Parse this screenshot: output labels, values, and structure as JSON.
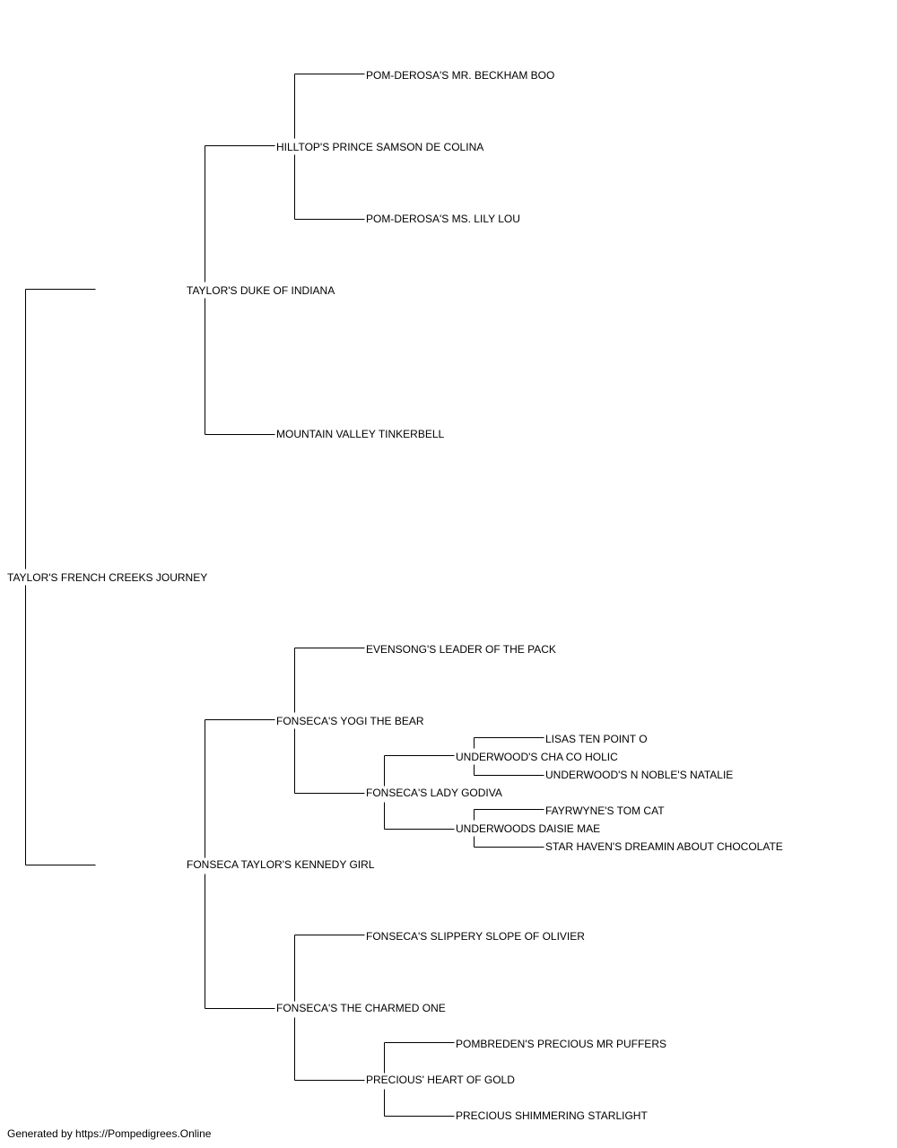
{
  "pedigree": {
    "subject": "TAYLOR'S FRENCH CREEKS JOURNEY",
    "sire": {
      "name": "TAYLOR'S DUKE OF INDIANA",
      "sire": {
        "name": "HILLTOP'S PRINCE SAMSON DE COLINA",
        "sire": {
          "name": "POM-DEROSA'S MR. BECKHAM BOO"
        },
        "dam": {
          "name": "POM-DEROSA'S MS. LILY LOU"
        }
      },
      "dam": {
        "name": "MOUNTAIN VALLEY TINKERBELL"
      }
    },
    "dam": {
      "name": "FONSECA TAYLOR'S KENNEDY GIRL",
      "sire": {
        "name": "FONSECA'S YOGI THE BEAR",
        "sire": {
          "name": "EVENSONG'S LEADER OF THE PACK"
        },
        "dam": {
          "name": "FONSECA'S LADY GODIVA",
          "sire": {
            "name": "UNDERWOOD'S CHA CO HOLIC",
            "sire": {
              "name": "LISAS TEN POINT O"
            },
            "dam": {
              "name": "UNDERWOOD'S N NOBLE'S NATALIE"
            }
          },
          "dam": {
            "name": "UNDERWOODS DAISIE MAE",
            "sire": {
              "name": "FAYRWYNE'S TOM CAT"
            },
            "dam": {
              "name": "STAR HAVEN'S DREAMIN ABOUT CHOCOLATE"
            }
          }
        }
      },
      "dam": {
        "name": "FONSECA'S THE CHARMED ONE",
        "sire": {
          "name": "FONSECA'S SLIPPERY SLOPE OF OLIVIER"
        },
        "dam": {
          "name": "PRECIOUS' HEART OF GOLD",
          "sire": {
            "name": "POMBREDEN'S PRECIOUS MR PUFFERS"
          },
          "dam": {
            "name": "PRECIOUS SHIMMERING STARLIGHT"
          }
        }
      }
    }
  },
  "footer": {
    "text": "Generated by https://Pompedigrees.Online"
  }
}
